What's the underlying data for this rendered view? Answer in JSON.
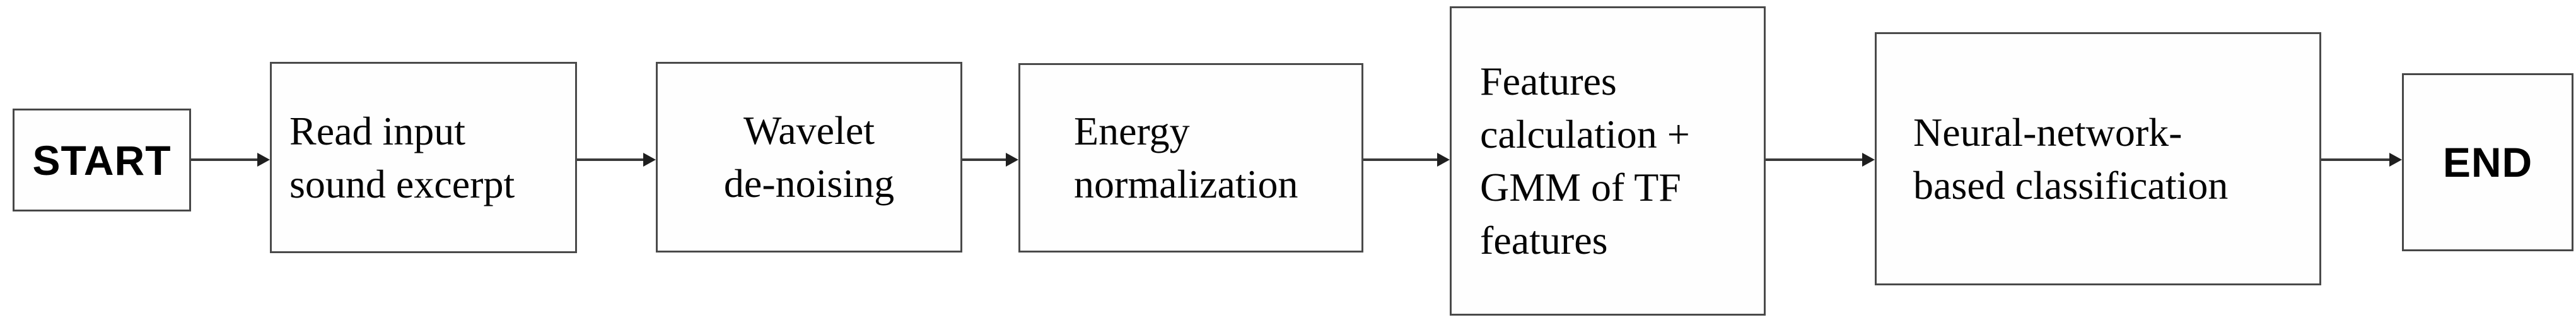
{
  "diagram": {
    "type": "flowchart",
    "direction": "left-to-right",
    "colors": {
      "background": "#ffffff",
      "node_border": "#4a4a4a",
      "arrow": "#3a3a3a",
      "text": "#000000"
    },
    "nodes": [
      {
        "id": "start",
        "kind": "terminal",
        "label": "START"
      },
      {
        "id": "read",
        "kind": "process",
        "label": "Read input\nsound excerpt"
      },
      {
        "id": "wavelet",
        "kind": "process",
        "label": "Wavelet\nde-noising"
      },
      {
        "id": "energy",
        "kind": "process",
        "label": "Energy\nnormalization"
      },
      {
        "id": "features",
        "kind": "process",
        "label": "Features\ncalculation +\nGMM of TF\nfeatures"
      },
      {
        "id": "neural",
        "kind": "process",
        "label": "Neural-network-\nbased classification"
      },
      {
        "id": "end",
        "kind": "terminal",
        "label": "END"
      }
    ],
    "edges": [
      {
        "from": "start",
        "to": "read"
      },
      {
        "from": "read",
        "to": "wavelet"
      },
      {
        "from": "wavelet",
        "to": "energy"
      },
      {
        "from": "energy",
        "to": "features"
      },
      {
        "from": "features",
        "to": "neural"
      },
      {
        "from": "neural",
        "to": "end"
      }
    ]
  }
}
